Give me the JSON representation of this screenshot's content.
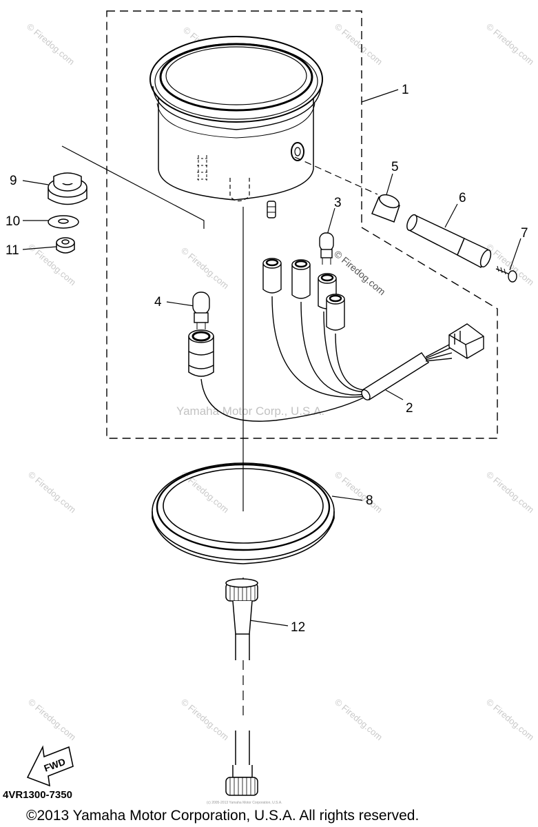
{
  "diagram": {
    "callouts": {
      "p1": "1",
      "p2": "2",
      "p3": "3",
      "p4": "4",
      "p5": "5",
      "p6": "6",
      "p7": "7",
      "p8": "8",
      "p9": "9",
      "p10": "10",
      "p11": "11",
      "p12": "12"
    },
    "watermark_small": "© Firedog.com",
    "watermark_mid": "Yamaha Motor Corp., U.S.A.",
    "fwd_label": "FWD",
    "diagram_code": "4VR1300-7350",
    "fine_print": "(c) 2005-2013 Yamaha Motor Corporation, U.S.A.",
    "copyright": "©2013 Yamaha Motor Corporation, U.S.A. All rights reserved."
  }
}
